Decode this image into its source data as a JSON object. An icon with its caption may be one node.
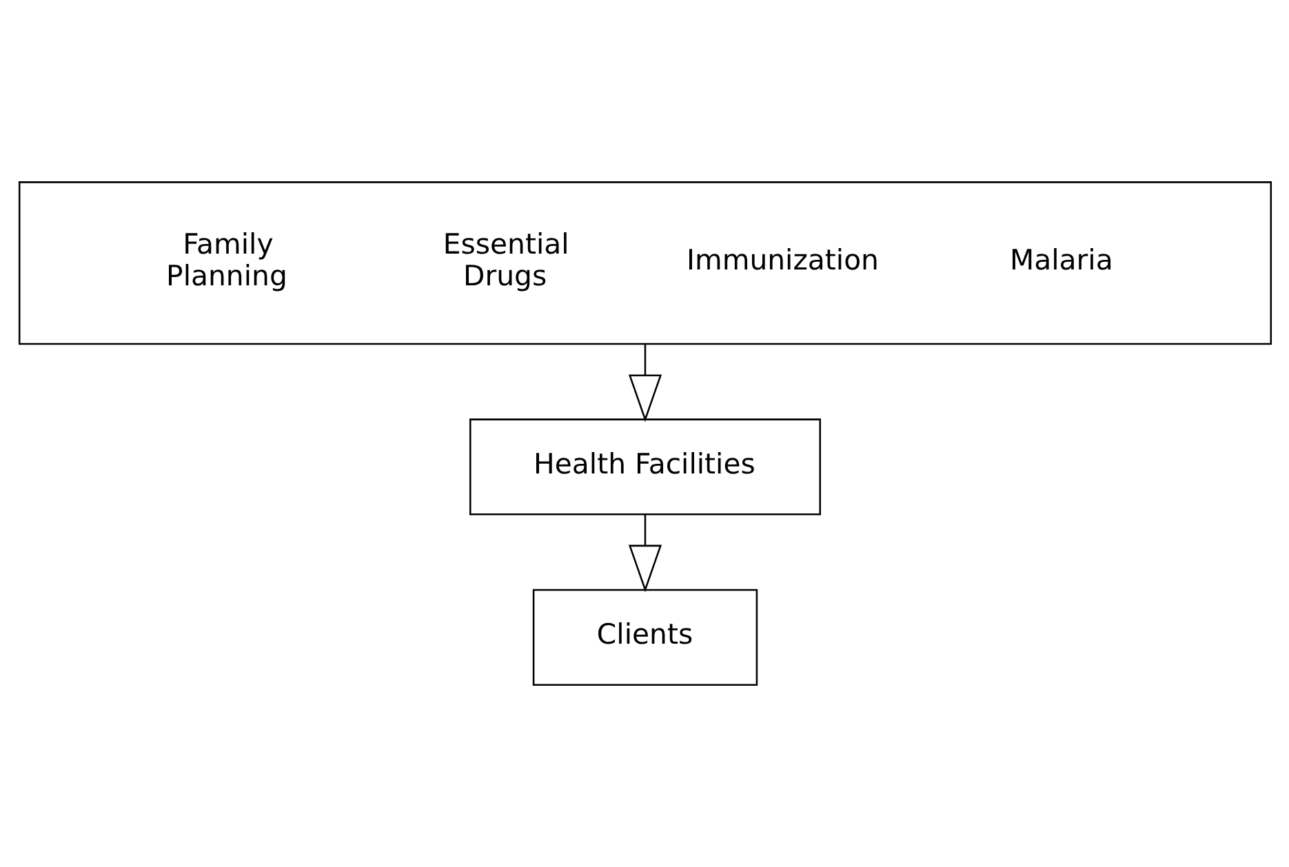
{
  "diagram": {
    "nodes": [
      {
        "text": [
          "Family Planning",
          "Essential Drugs",
          "Immunization",
          "Malaria"
        ]
      },
      {
        "text": [
          "Health Facilities"
        ]
      },
      {
        "text": [
          "Clients"
        ]
      }
    ],
    "edges": [
      {
        "from": 0,
        "to": 1,
        "arrow": "to"
      },
      {
        "from": 1,
        "to": 2,
        "arrow": "to"
      }
    ]
  }
}
